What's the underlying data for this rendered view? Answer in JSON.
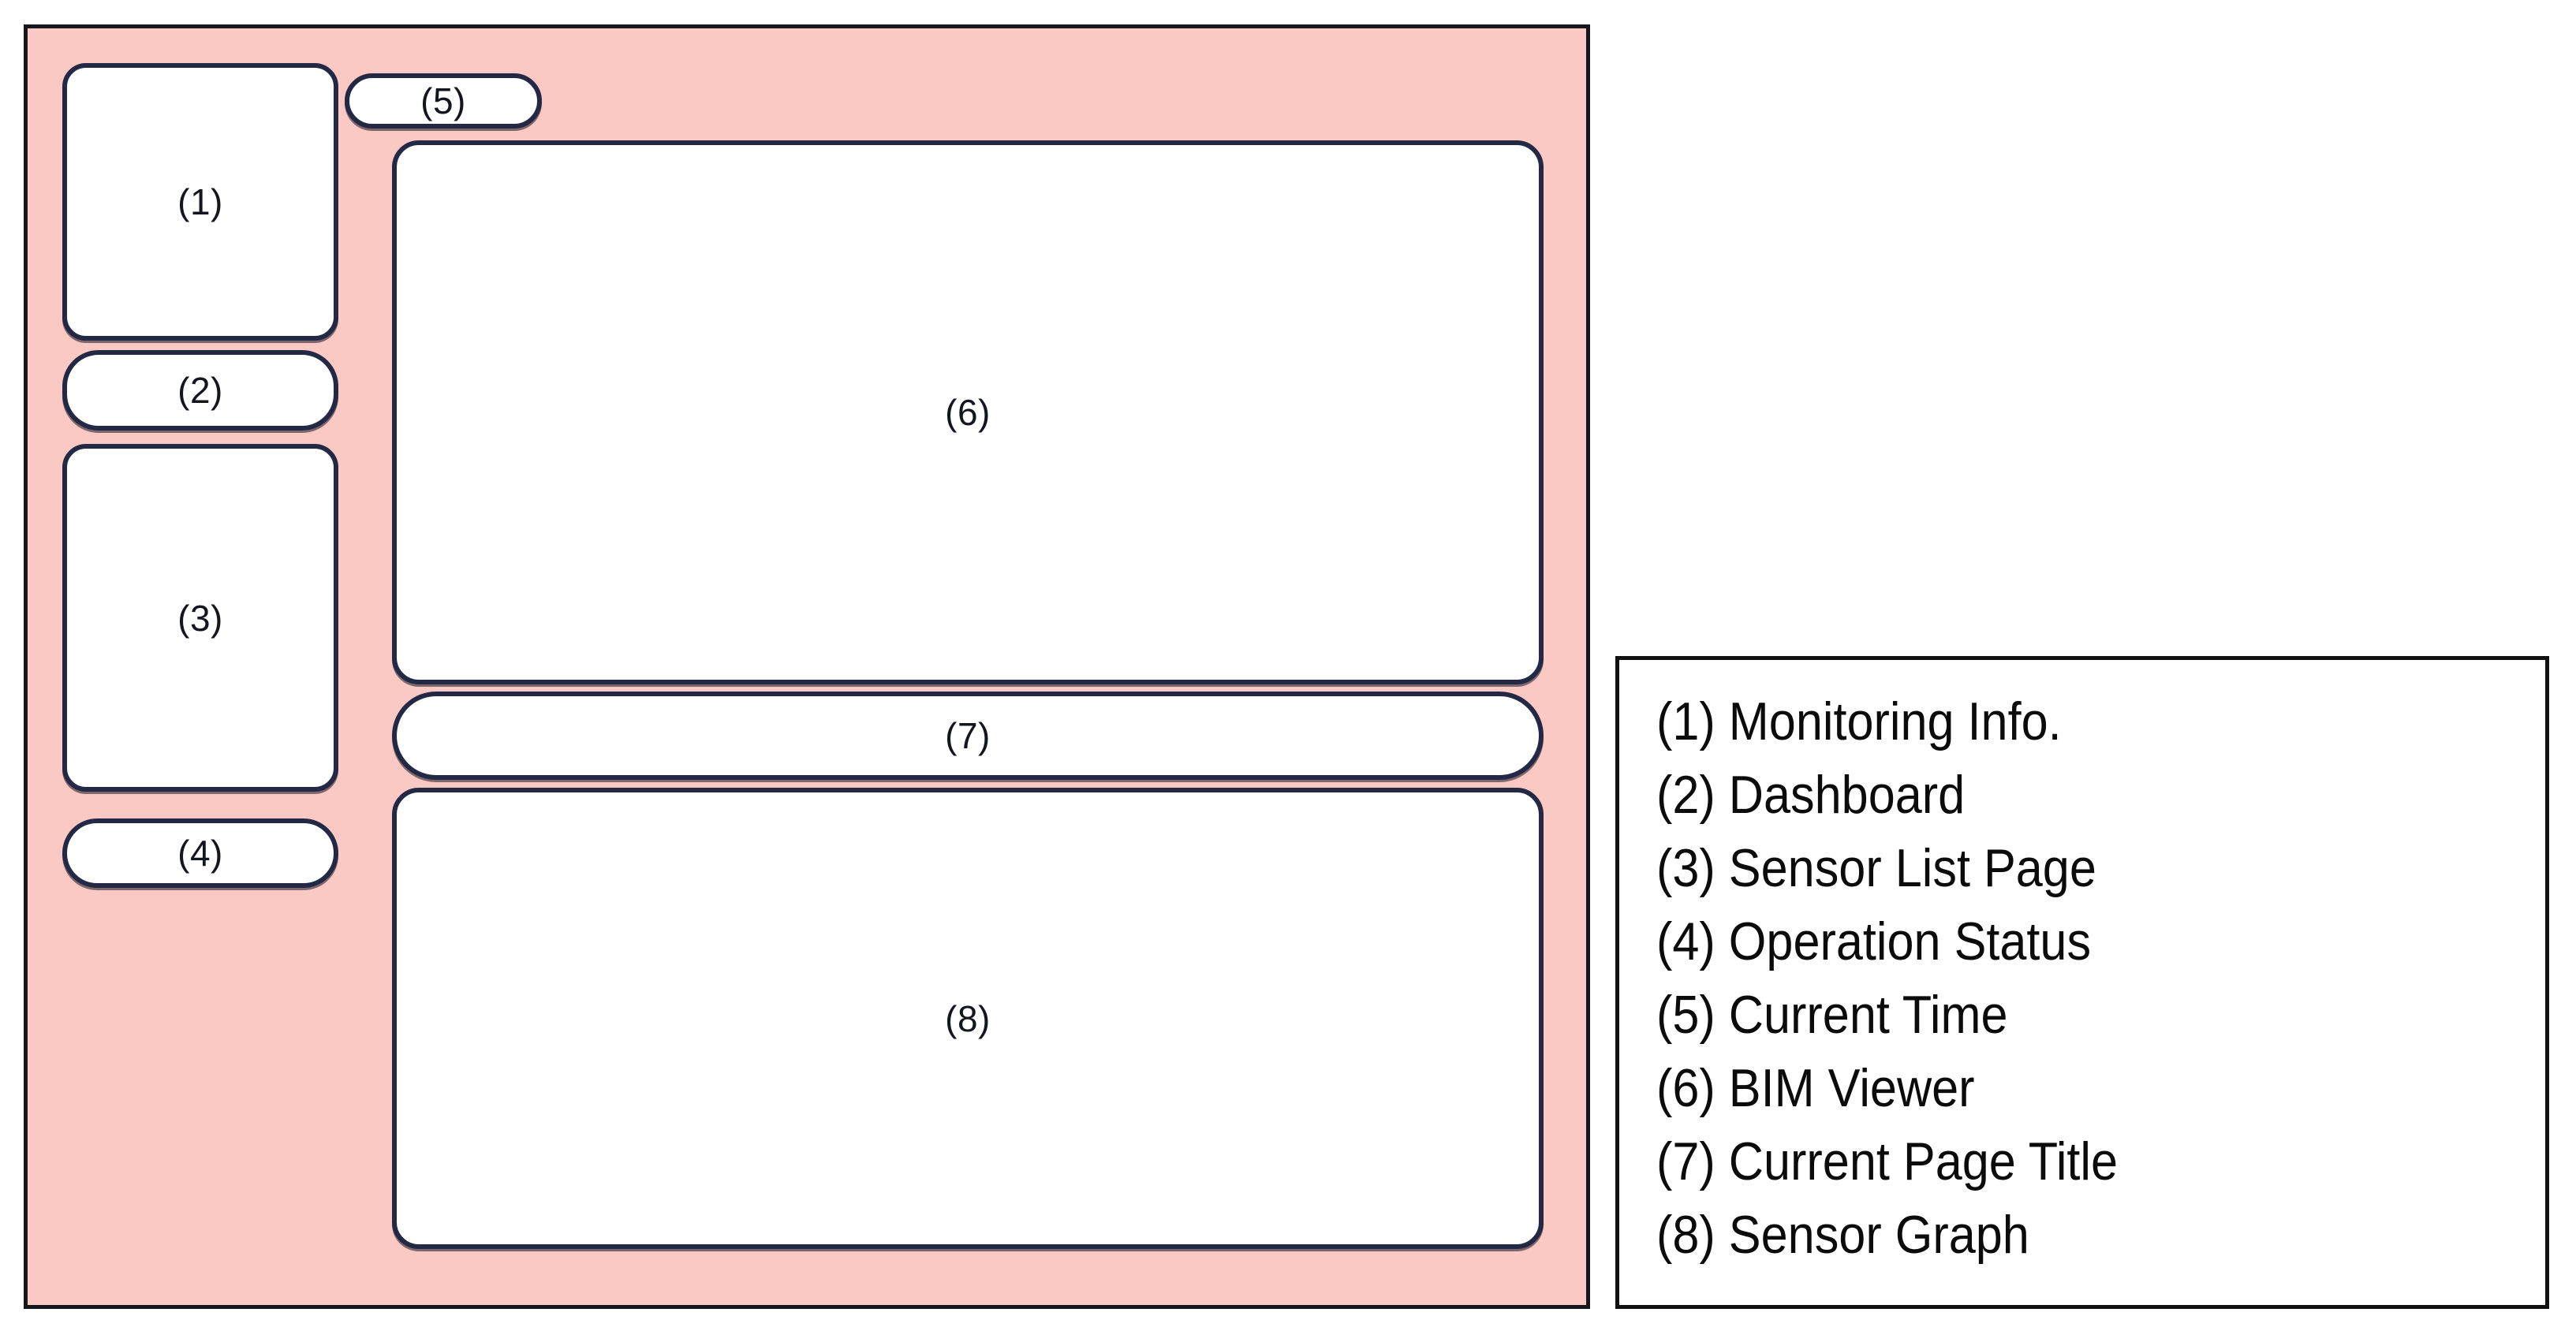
{
  "colors": {
    "frame_fill": "#fbc9c4",
    "frame_border": "#16161e",
    "block_border": "#232945",
    "block_fill": "#ffffff",
    "legend_border": "#111111",
    "text": "#14161f"
  },
  "wireframe": {
    "sidebar": {
      "blocks": [
        {
          "id": "1",
          "marker": "(1)",
          "name": "Monitoring Info."
        },
        {
          "id": "2",
          "marker": "(2)",
          "name": "Dashboard"
        },
        {
          "id": "3",
          "marker": "(3)",
          "name": "Sensor List Page"
        },
        {
          "id": "4",
          "marker": "(4)",
          "name": "Operation Status"
        }
      ]
    },
    "content": {
      "blocks": [
        {
          "id": "5",
          "marker": "(5)",
          "name": "Current Time"
        },
        {
          "id": "6",
          "marker": "(6)",
          "name": "BIM Viewer"
        },
        {
          "id": "7",
          "marker": "(7)",
          "name": "Current Page Title"
        },
        {
          "id": "8",
          "marker": "(8)",
          "name": "Sensor Graph"
        }
      ]
    }
  },
  "legend": {
    "items": [
      "(1) Monitoring Info.",
      "(2) Dashboard",
      "(3) Sensor List Page",
      "(4) Operation Status",
      "(5) Current Time",
      "(6) BIM Viewer",
      "(7) Current Page Title",
      "(8) Sensor Graph"
    ]
  }
}
